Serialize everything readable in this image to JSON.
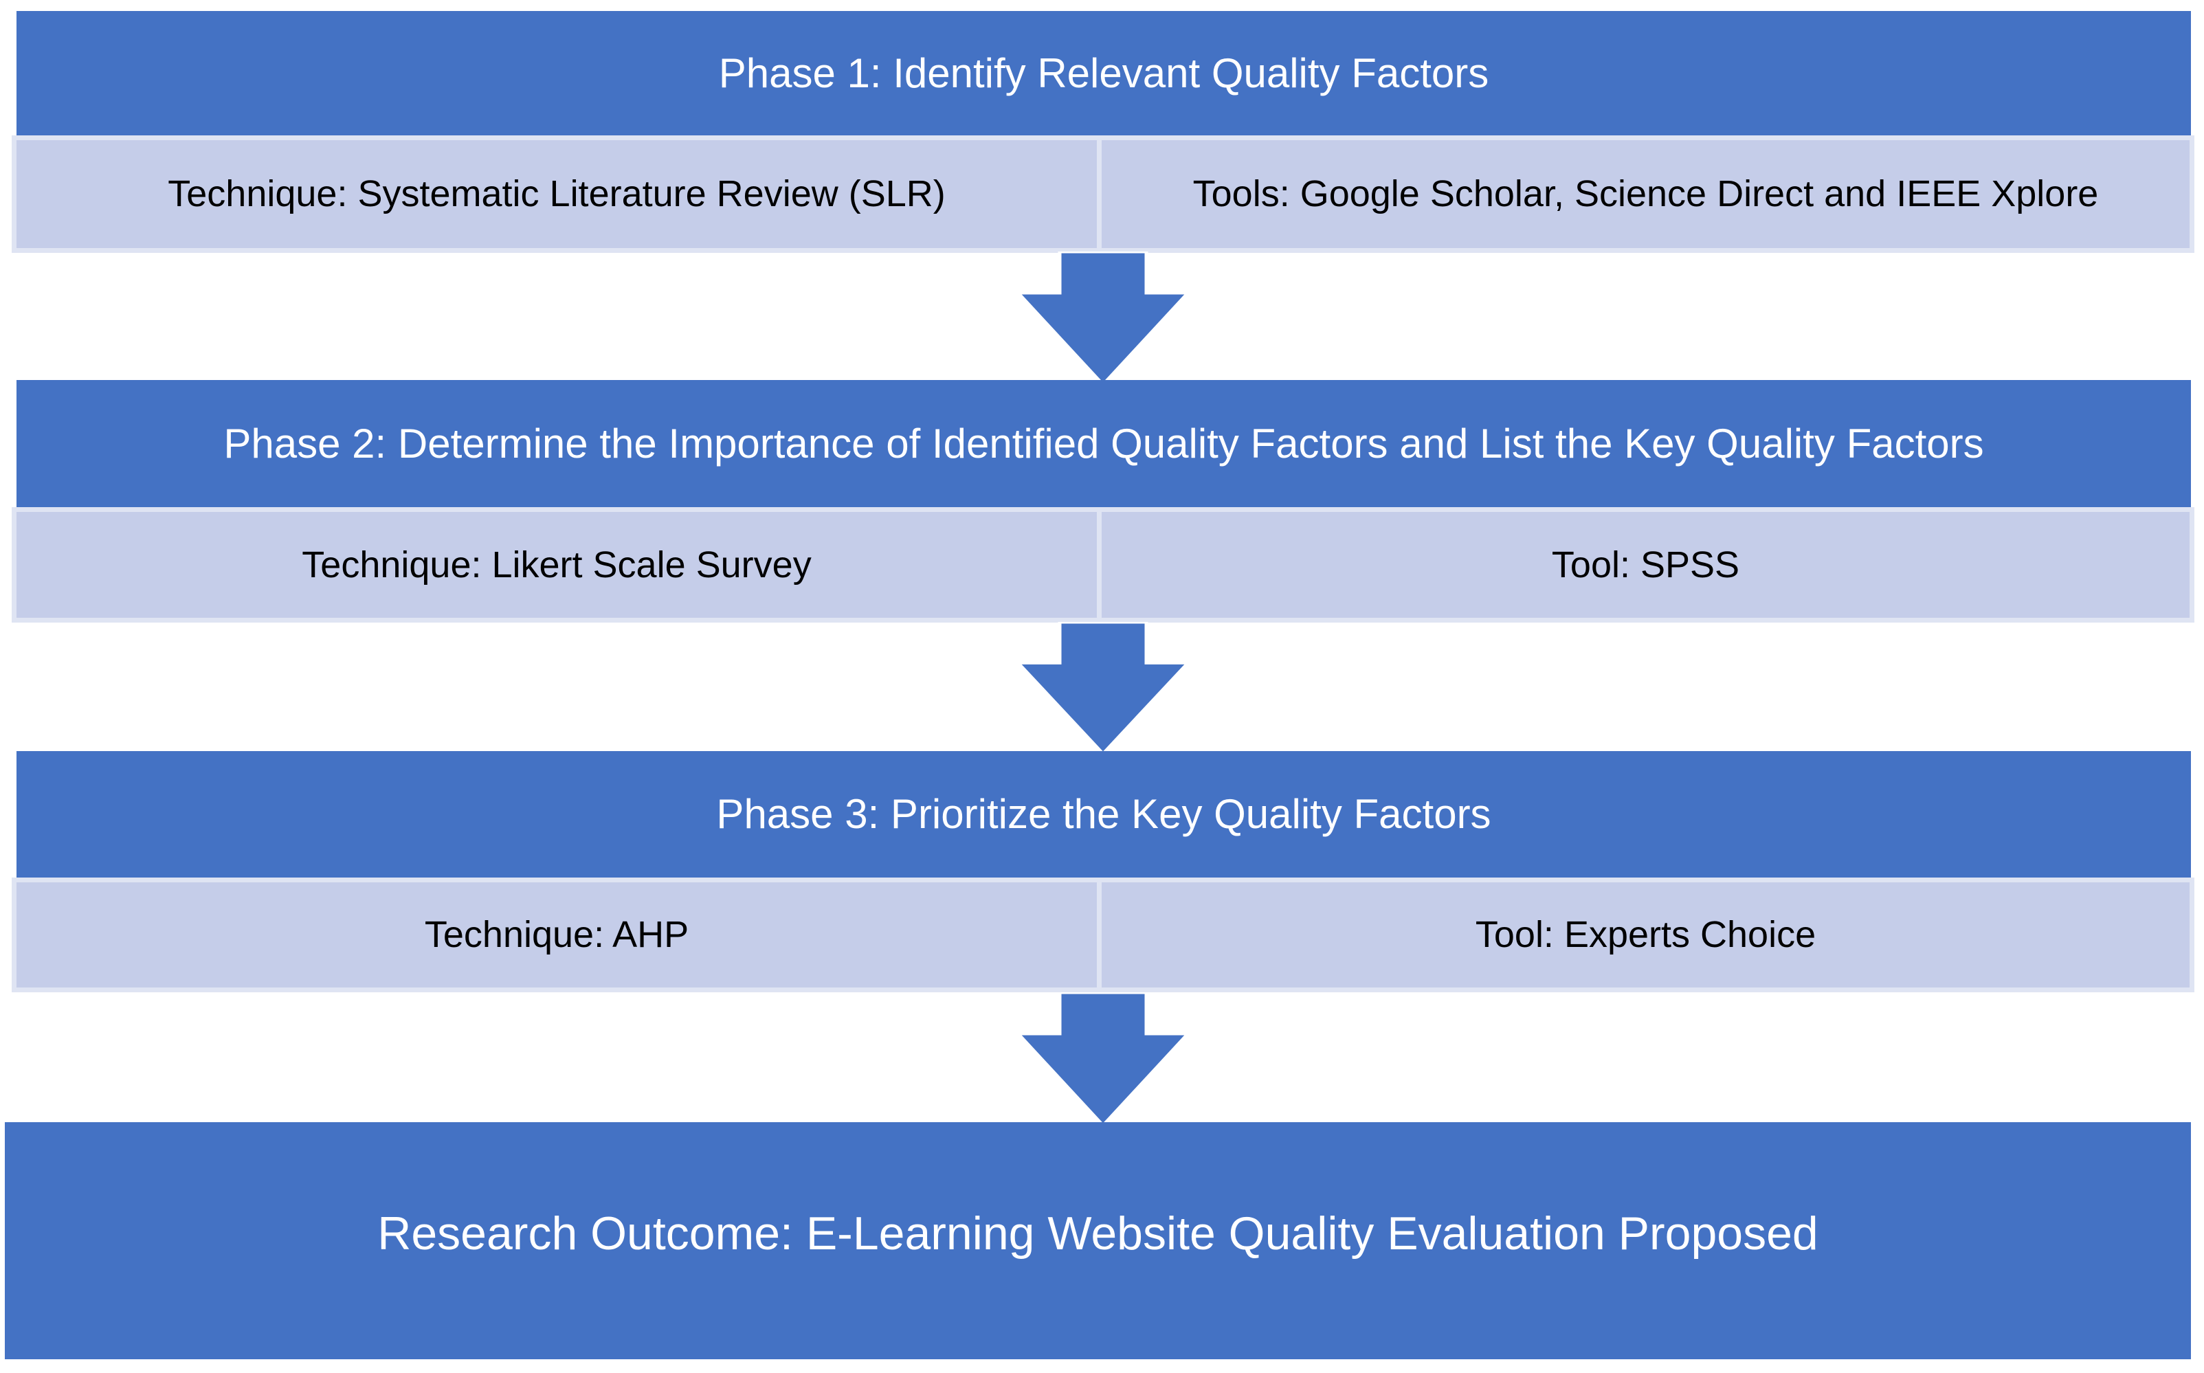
{
  "diagram": {
    "phases": [
      {
        "title": "Phase 1: Identify Relevant Quality Factors",
        "technique": "Technique: Systematic Literature Review (SLR)",
        "tools": "Tools: Google Scholar, Science Direct and IEEE Xplore"
      },
      {
        "title": "Phase 2: Determine the Importance of Identified Quality Factors and List the Key Quality Factors",
        "technique": "Technique: Likert Scale Survey",
        "tools": "Tool: SPSS"
      },
      {
        "title": "Phase 3: Prioritize the Key Quality Factors",
        "technique": "Technique: AHP",
        "tools": "Tool: Experts Choice"
      }
    ],
    "outcome_label": "Research Outcome: E-Learning Website Quality Evaluation Proposed",
    "colors": {
      "header": "#4472C4",
      "header_text": "#FFFFFF",
      "row": "#C5CDE9",
      "row_border": "#DFE4F3",
      "cell_text": "#000000",
      "arrow": "#4472C4",
      "background": "#FFFFFF"
    }
  }
}
